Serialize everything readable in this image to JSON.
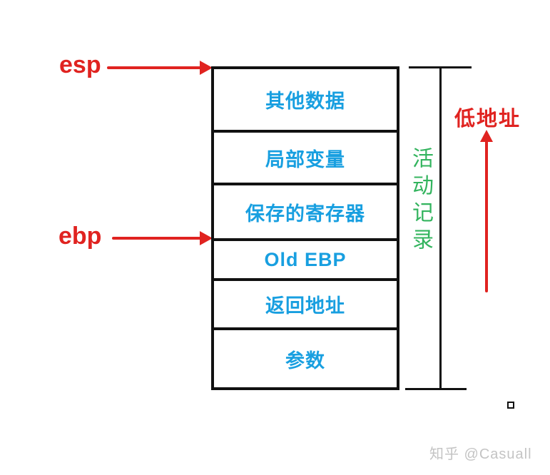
{
  "diagram": {
    "title": "stack activation record diagram",
    "pointers": [
      {
        "label": "esp"
      },
      {
        "label": "ebp"
      }
    ],
    "stack_rows": [
      {
        "label": "其他数据"
      },
      {
        "label": "局部变量"
      },
      {
        "label": "保存的寄存器"
      },
      {
        "label": "Old EBP"
      },
      {
        "label": "返回地址"
      },
      {
        "label": "参数"
      }
    ],
    "bracket_label": "活动记录",
    "address_label": "低地址",
    "watermark": "知乎 @Casuall",
    "icons": {
      "esp_arrow": "right-arrow",
      "ebp_arrow": "right-arrow",
      "address_arrow": "up-arrow"
    },
    "colors": {
      "red": "#e02320",
      "blue": "#189fe0",
      "green": "#33b45e",
      "line_black": "#111111",
      "watermark_gray": "#c4c4c4",
      "background": "#ffffff"
    }
  }
}
